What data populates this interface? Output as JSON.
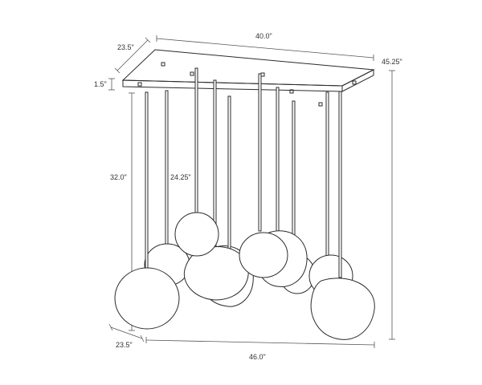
{
  "diagram": {
    "dimensions": {
      "top_depth": "23.5\"",
      "top_width": "40.0\"",
      "overall_height": "45.25\"",
      "canopy_thickness": "1.5\"",
      "max_drop": "32.0\"",
      "min_drop": "24.25\"",
      "bottom_depth": "23.5\"",
      "bottom_width": "46.0\""
    },
    "colors": {
      "line": "#2b2b2b",
      "dimension": "#555555",
      "background": "#ffffff"
    }
  }
}
